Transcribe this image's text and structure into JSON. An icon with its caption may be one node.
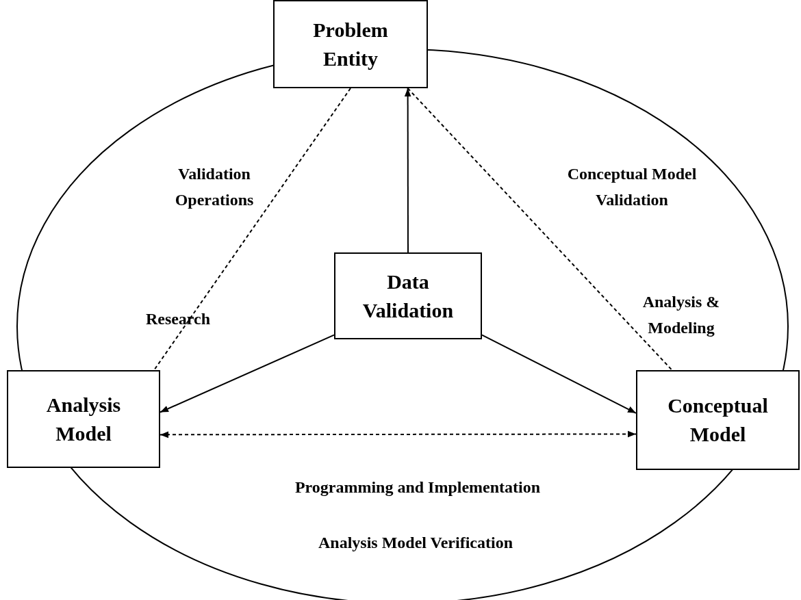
{
  "diagram": {
    "nodes": [
      {
        "text": [
          "Problem Entity"
        ]
      },
      {
        "text": [
          "Data Validation"
        ]
      },
      {
        "text": [
          "Analysis Model"
        ]
      },
      {
        "text": [
          "Conceptual Model"
        ]
      }
    ],
    "edges": [
      {
        "from": 1,
        "to": 0,
        "arrow": "to"
      },
      {
        "from": 1,
        "to": 2,
        "arrow": "to"
      },
      {
        "from": 1,
        "to": 3,
        "arrow": "to"
      },
      {
        "from": 2,
        "to": 3,
        "arrow": "both",
        "style": "dashed"
      },
      {
        "from": 0,
        "to": 2,
        "arrow": "none",
        "style": "dashed"
      },
      {
        "from": 0,
        "to": 3,
        "arrow": "none",
        "style": "dashed"
      }
    ],
    "labels": [
      "Validation Operations",
      "Conceptual Model Validation",
      "Research",
      "Analysis & Modeling",
      "Programming and Implementation",
      "Analysis Model Verification"
    ]
  }
}
